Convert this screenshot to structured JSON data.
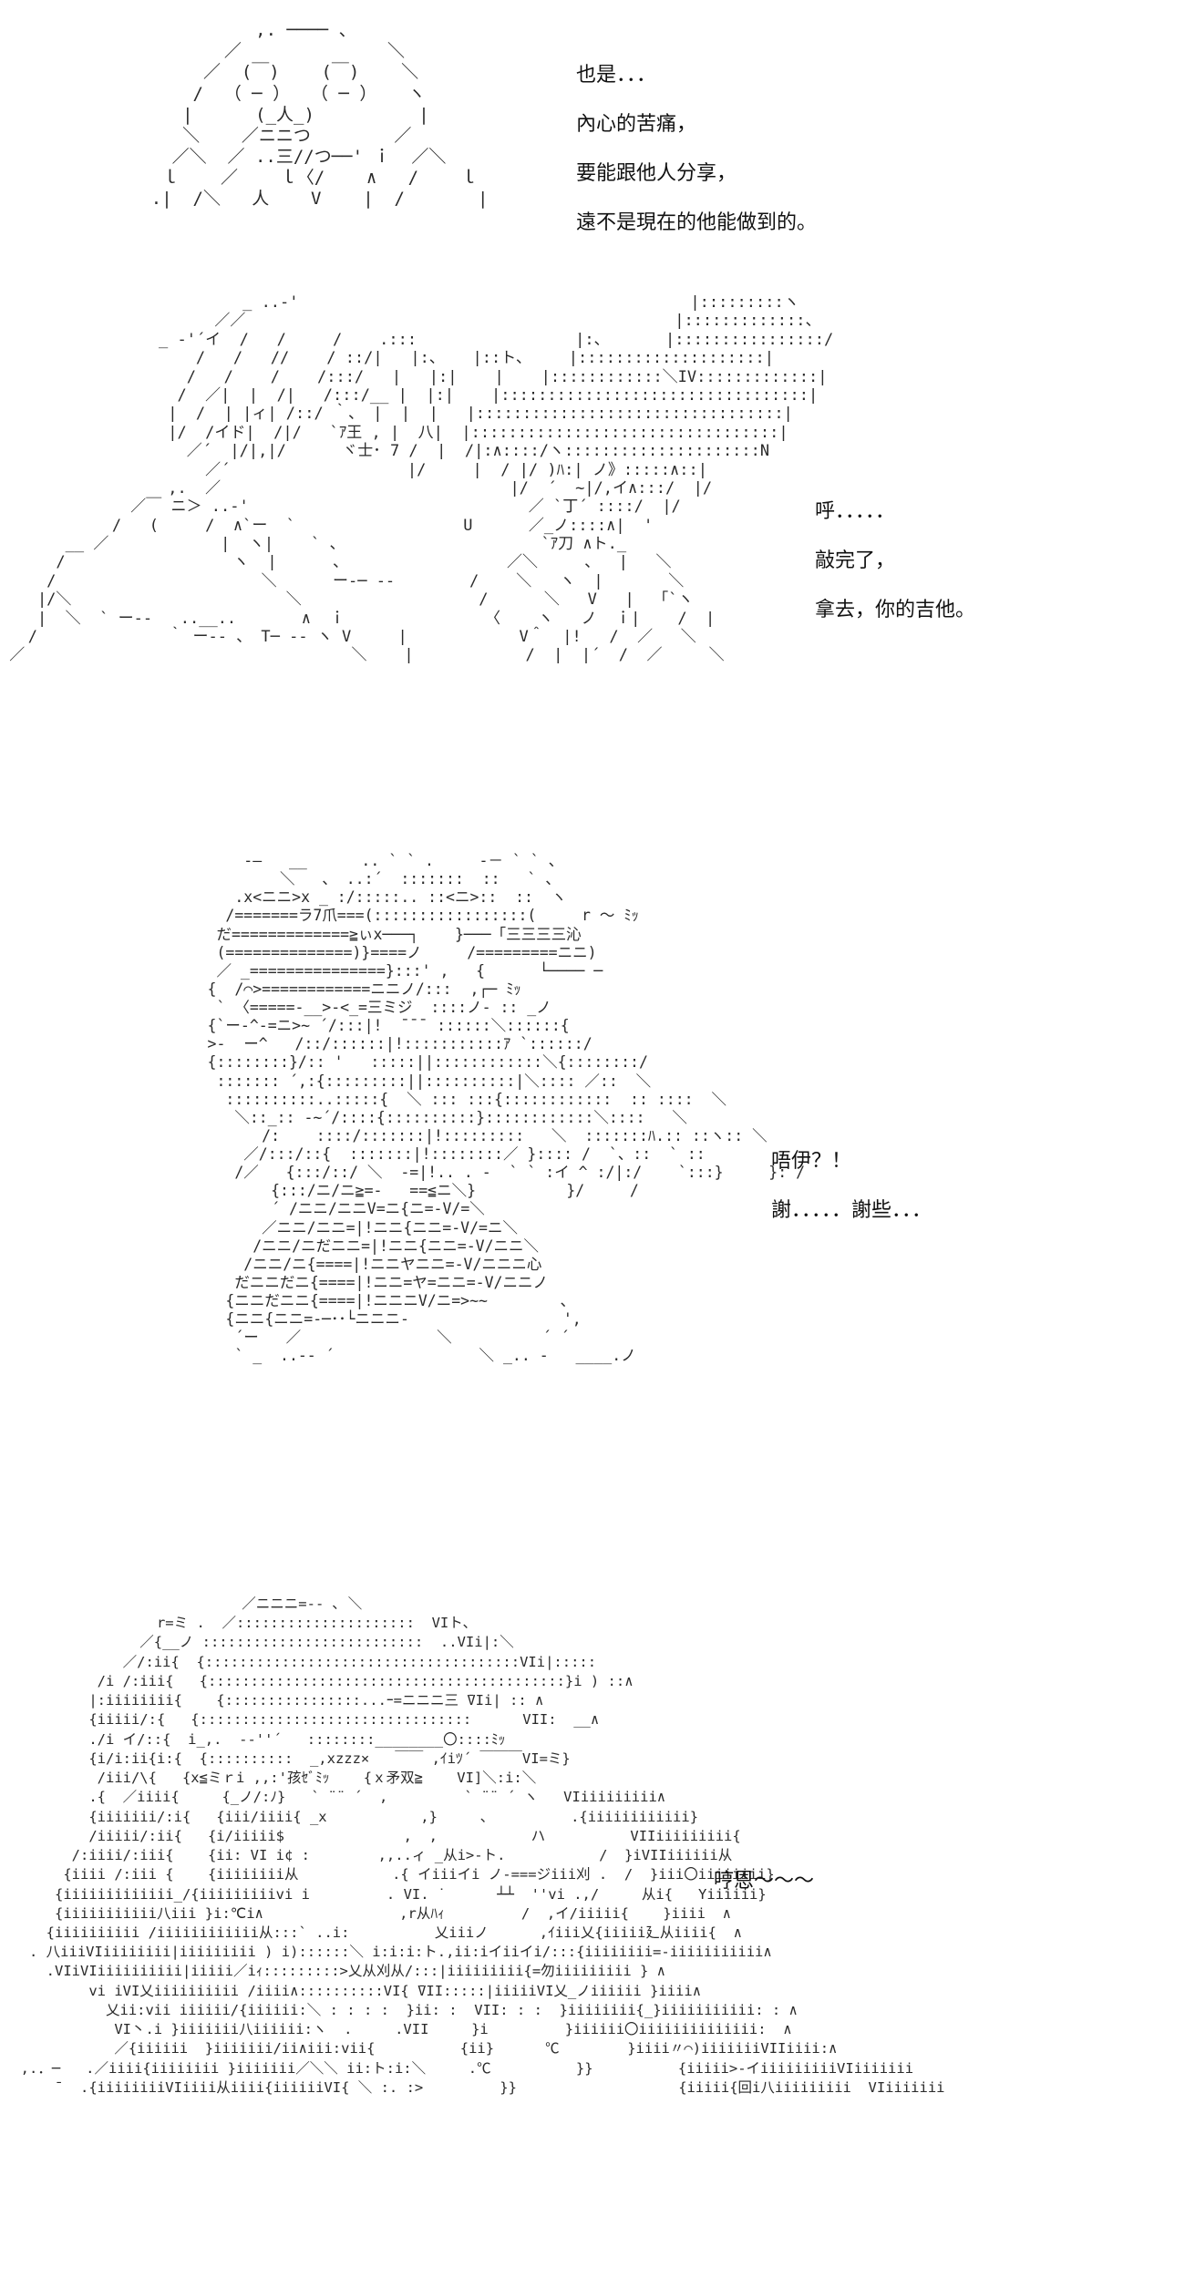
{
  "panels": [
    {
      "art_lines": [
        "              ,. ──── 、",
        "           ／              ＼",
        "         ／  (￣)    (￣)    ＼",
        "        /  （ ─ ）  （ ─ ）   ヽ",
        "       |      (_人_)          |",
        "       ＼    ／ニニつ        ／",
        "      ／＼  ／ ..三//つ──' ｉ  ／＼",
        "     ｌ    ／    ｌ〈/    ∧   /    ｌ",
        "    .|  /＼   人    V    |  /       |"
      ],
      "dialogue": [
        "也是．．．",
        "內心的苦痛，",
        "要能跟他人分享，",
        "遠不是現在的他能做到的。"
      ]
    },
    {
      "art_lines": [
        "                          _ ..-'                                          |:::::::::ヽ",
        "                       ／／                                              |:::::::::::::、",
        "                 _ -'´イ  /   /     /    .:::                 |:、      |::::::::::::::::/",
        "                     /   /   //    / ::/|   |:、   |::ト、    |::::::::::::::::::::|",
        "                    /   /    /    /:::/   |   |:|    |    |::::::::::::＼IV:::::::::::::|",
        "                   /  ／|  |  /|   /:::/__ |  |:|    |:::::::::::::::::::::::::::::::::|",
        "                  |  /  | |ィ| /::/ ｀、 |  |  |   |:::::::::::::::::::::::::::::::::|",
        "                  |/  /イド|  /|/   `ｱ王 , |  八|  |:::::::::::::::::::::::::::::::::|",
        "                    ／´  |/|,|/      ヾ士･ 7 /  |  /|:∧::::/ヽ:::::::::::::::::::::N",
        "                      ／´                   |/     |  / |/ )ﾊ:| ノ》:::::∧::|",
        "                  ,.  ／                               |/  ´  ~|/,イ∧:::/  |/",
        "              ／￣ ニ＞ ..-'                              ／ `丁´ ::::/  |/",
        "            /   (     /  ∧`ー  `                  U      ／_ノ::::∧|  '",
        "       __ ／            |  ヽ|    ` 、                     `ｱ刀 ∧ト._",
        "      /                  ヽ  |      、                 ／＼     、  |   ＼",
        "     /                      ＼      ー-─ --        /    ＼   ヽ  |       ＼",
        "    |/＼                       ＼                   /      ＼   V   |  「`ヽ",
        "    |  ＼  ` ー--   ..__..       ∧  ｉ               〈    ヽ   ノ  ｉ|    /  |",
        "   /              ｀ ー-- 、 T─ -- ヽ V     |            V＾  |!   /  ／   ＼",
        " ／                                   ＼    |            /  |  |´  /  ／     ＼"
      ],
      "dialogue": [
        "呼．．．．．",
        "敲完了，",
        "拿去，你的吉他。"
      ]
    },
    {
      "art_lines": [
        "           -―   __      .. ` ` .     -－ ` ` 、",
        "               ＼   、 ..:´  :::::::  ::   ` 、",
        "          .x<ニニ>x _ :/:::::.. ::<ニ>::  ::  ヽ",
        "         /=======ラ7爪===(:::::::::::::::::(     r ～ ﾐｯ",
        "        だ=============≧ぃx───┐    }───「三三三三沁",
        "        (==============)}====ノ     /=========ニニ)",
        "        ／ _===============}:::' ,   {      └──── ─",
        "       {  /⌒>============ニニノ/:::  ,┌─ ﾐｯ",
        "        ` 〈=====-__>-<_=三ミジ  ::::ノ- :: _ノ",
        "       {`ー-^-=ニ>~ ´/:::|!  ¯¯¯ ::::::＼::::::{",
        "       >-  ー^   /::/::::::|!:::::::::::ｱ `::::::/",
        "       {::::::::}/:: '   :::::||::::::::::::＼{::::::::/",
        "        ::::::: ´,:{:::::::::||::::::::::|＼:::: ／::  ＼",
        "         ::::::::::..:::::{  ＼ ::: :::{::::::::::::  :: ::::  ＼",
        "          ＼::_:: -~´/::::{::::::::::}::::::::::::＼::::   ＼",
        "             /:    ::::/:::::::|!:::::::::   ＼  :::::::ﾊ.:: ::ヽ:: ＼",
        "           ／/:::/::{  :::::::|!::::::::／ }:::: /  `、::  ` ::",
        "          /／   {:::/::/ ＼  -=|!.. . -  ` ` :イ ^ :/|:/    `:::}     }: /",
        "              {:::/ニ/ニ≧=-   ==≦ニ＼}          }/     /",
        "              ´ /ニニ/ニニV=ニ{ニ=-V/=＼",
        "             ／ニニ/ニニ=|!ニニ{ニニ=-V/=ニ＼",
        "            /ニニ/ニだニニ=|!ニニ{ニニ=-V/ニニ＼",
        "           /ニニ/ニ{====|!ニニヤニニ=-V/ニニニ心",
        "          だニニだニ{====|!ニニ=ヤ=ニニ=-V/ニニノ",
        "         {ニニだニニ{====|!ニニニV/ニ=>~~        、",
        "         {ニニ{ニニ=-─･･└ニニニ-                 ',",
        "          ´ー   ／               ＼          ´ ´",
        "          ` _  ..-- ´                ＼ _.. -   ____.ノ"
      ],
      "dialogue": [
        "唔伊？！",
        "謝．．．．．謝些．．．"
      ]
    },
    {
      "art_lines": [
        "                            ／ニニニ=-- ､ ＼",
        "                  r=ミ .  ／:::::::::::::::::::::  VIト、",
        "                ／{__ノ ::::::::::::::::::::::::::  ..VIi|:＼",
        "              ／/:ii{  {:::::::::::::::::::::::::::::::::::::VIi|:::::",
        "           /i /:iii{   {::::::::::::::::::::::::::::::::::::::::::}i ) ::∧",
        "          |:iiiiiiii{    {::::::::::::::::...ｰ=ニニニ三 ̄VIi| :: ∧",
        "          {iiiii/:{   {::::::::::::::::::::::::::::::::      VII:  __∧",
        "          ./i イ/::{  i_,.  -‐''´   ::::::::________〇::::ﾐｯ",
        "          {i/i:ii{i:{  {::::::::::  _,xzzz×   ￣￣ ,ｲiﾂ´ ￣￣￣VI=ミ}",
        "           /iii/\\{   {x≦ミｒi ,,:'孩ｾﾞﾐｯ    {ｘ矛双≧    VI]＼:i:＼",
        "          .{  ／iiii{     {_ノ/:ﾉ}   ` ¨¨ ´  ,         ` ¨¨ ´ ヽ   VIiiiiiiiii∧",
        "          {iiiiiii/:i{   {iii/iiii{ _x           ,}     、         .{iiiiiiiiiiii}",
        "          /iiiii/:ii{   {i/iiiii$              ,  ,           ハ          VIIiiiiiiiii{",
        "        /:iiii/:iii{    {ii: VI i¢ :        ,,..ィ _从i>‐ト.           /  }iVIIiiiiii从",
        "       {iiii /:iii {    {iiiiiiii从           .{ イiiiイi ノ‐===ジiii刈 .  /  }iii〇iiiiiiii}",
        "      {iiiiiiiiiiiii_/{iiiiiiiiivi i         . VI. ˙      ┴┴  ''vi .,/     从i{   Yiiiiii}",
        "      {iiiiiiiiiii八iii }i:℃i∧                ,r从ﾊｨ         /  ,イ/iiiii{    }iiii  ∧",
        "     {iiiiiiiiii /iiiiiiiiiiii从:::` ..i:          乂iiiノ      ,ｲiii乂{iiiii廴从iiii{  ∧",
        "   . 八iiiVIiiiiiiii|iiiiiiiii ) i)::::::＼ i:i:i:ト.,ii:iイiiイi/:::{iiiiiiii=‐iiiiiiiiiii∧",
        "     .VIiVIiiiiiiiiii|iiiii／iｨ:::::::::>乂从刈从/:::|iiiiiiiii{=勿iiiiiiiii } ∧",
        "          vi iVI乂iiiiiiiiii /iiii∧::::::::::VI{ ̄VII:::::|iiiiiVI乂_ノiiiiii }iiii∧",
        "            乂ii:vii iiiiii/{iiiiii:＼ : : : :  }ii: :  VII: : :  }iiiiiiii{_}iiiiiiiiiii: : ∧",
        "             VI丶.i }iiiiiii八iiiiii:ヽ  .     .VII     }i         }iiiiii〇iiiiiiiiiiiiii:  ∧",
        "             ／{iiiiii  }iiiiiii/ii∧iii:vii{          {ii}      ℃        }iiii〃⌒)iiiiiiiVIIiiii:∧",
        "  ,.．─   .／iiii{iiiiiiii }iiiiiii／＼＼ ii:ト:i:＼     .℃          }}          {iiiii>‐イiiiiiiiiiVIiiiiiii",
        "      ̄   .{iiiiiiiiVIiiii从iiii{iiiiiiVI{ ＼ :. :>         }}                   {iiiii{回i八iiiiiiiii  VIiiiiiii"
      ],
      "dialogue": [
        "哼恩～～～"
      ]
    }
  ]
}
